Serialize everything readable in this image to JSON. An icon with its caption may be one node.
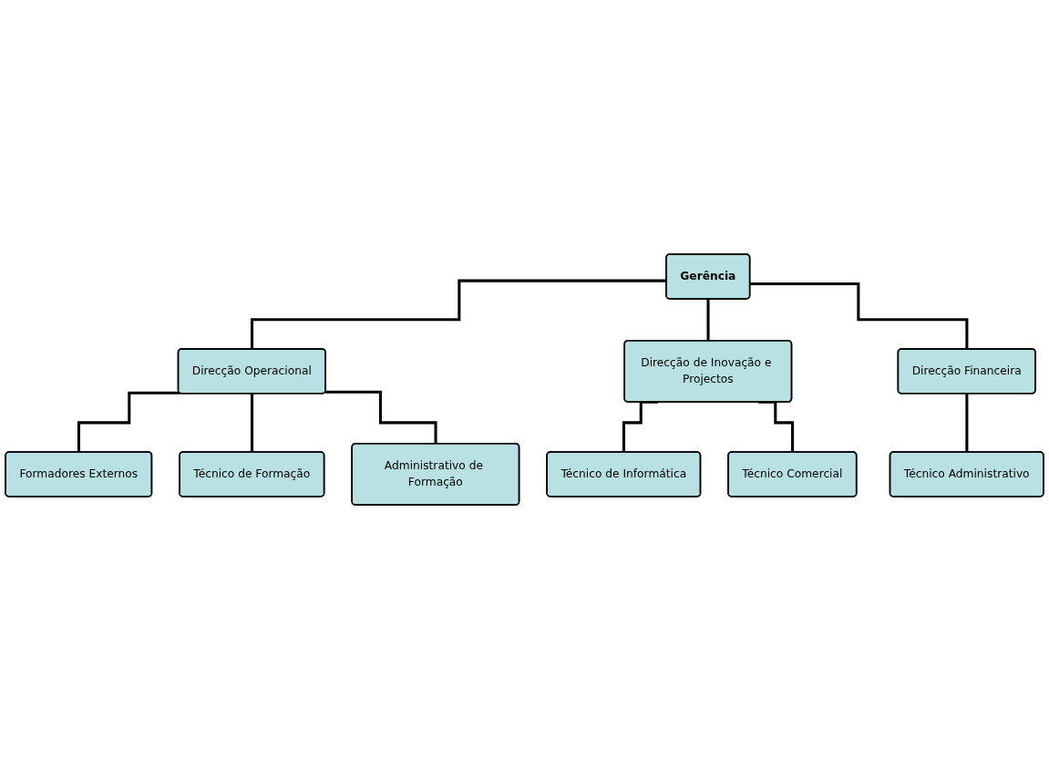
{
  "diagram": {
    "nodes": [
      {
        "text": [
          "Gerência"
        ]
      },
      {
        "text": [
          "Direcção Operacional"
        ]
      },
      {
        "text": [
          "Direcção de Inovação e Projectos"
        ]
      },
      {
        "text": [
          "Direcção Financeira"
        ]
      },
      {
        "text": [
          "Formadores Externos"
        ]
      },
      {
        "text": [
          "Técnico de Informática"
        ]
      },
      {
        "text": [
          "Técnico Comercial"
        ]
      },
      {
        "text": [
          "Técnico Administrativo"
        ]
      },
      {
        "text": [
          "Técnico de Formação"
        ]
      },
      {
        "text": [
          "Administrativo de Formação"
        ]
      }
    ],
    "edges": [
      {
        "from": 0,
        "to": 1,
        "arrow": "none"
      },
      {
        "from": 0,
        "to": 2,
        "arrow": "none"
      },
      {
        "from": 0,
        "to": 3,
        "arrow": "none"
      },
      {
        "from": 1,
        "to": 4,
        "arrow": "none"
      },
      {
        "from": 2,
        "to": 5,
        "arrow": "none"
      },
      {
        "from": 2,
        "to": 6,
        "arrow": "none"
      },
      {
        "from": 3,
        "to": 7,
        "arrow": "none"
      },
      {
        "from": 1,
        "to": 8,
        "arrow": "none"
      },
      {
        "from": 1,
        "to": 9,
        "arrow": "none"
      }
    ]
  }
}
